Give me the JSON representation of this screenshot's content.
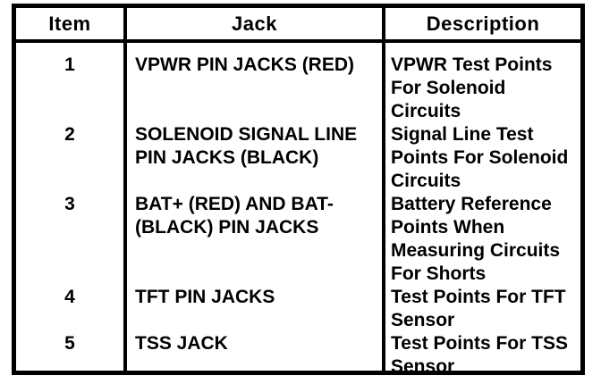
{
  "colors": {
    "border": "#000000",
    "text": "#000000",
    "background": "#ffffff"
  },
  "table": {
    "columns": {
      "item": "Item",
      "jack": "Jack",
      "description": "Description"
    },
    "rows": [
      {
        "item": "1",
        "jack": [
          "VPWR PIN JACKS (RED)"
        ],
        "description": [
          "VPWR Test Points",
          "For Solenoid",
          "Circuits"
        ]
      },
      {
        "item": "2",
        "jack": [
          "SOLENOID SIGNAL LINE",
          "PIN JACKS (BLACK)"
        ],
        "description": [
          "Signal Line Test",
          "Points For Solenoid",
          "Circuits"
        ]
      },
      {
        "item": "3",
        "jack": [
          "BAT+ (RED) AND BAT-",
          "(BLACK) PIN JACKS"
        ],
        "description": [
          "Battery Reference",
          "Points When",
          "Measuring Circuits",
          "For Shorts"
        ]
      },
      {
        "item": "4",
        "jack": [
          "TFT PIN JACKS"
        ],
        "description": [
          "Test Points For TFT",
          "Sensor"
        ]
      },
      {
        "item": "5",
        "jack": [
          "TSS JACK"
        ],
        "description": [
          "Test Points For TSS",
          "Sensor"
        ]
      }
    ]
  }
}
